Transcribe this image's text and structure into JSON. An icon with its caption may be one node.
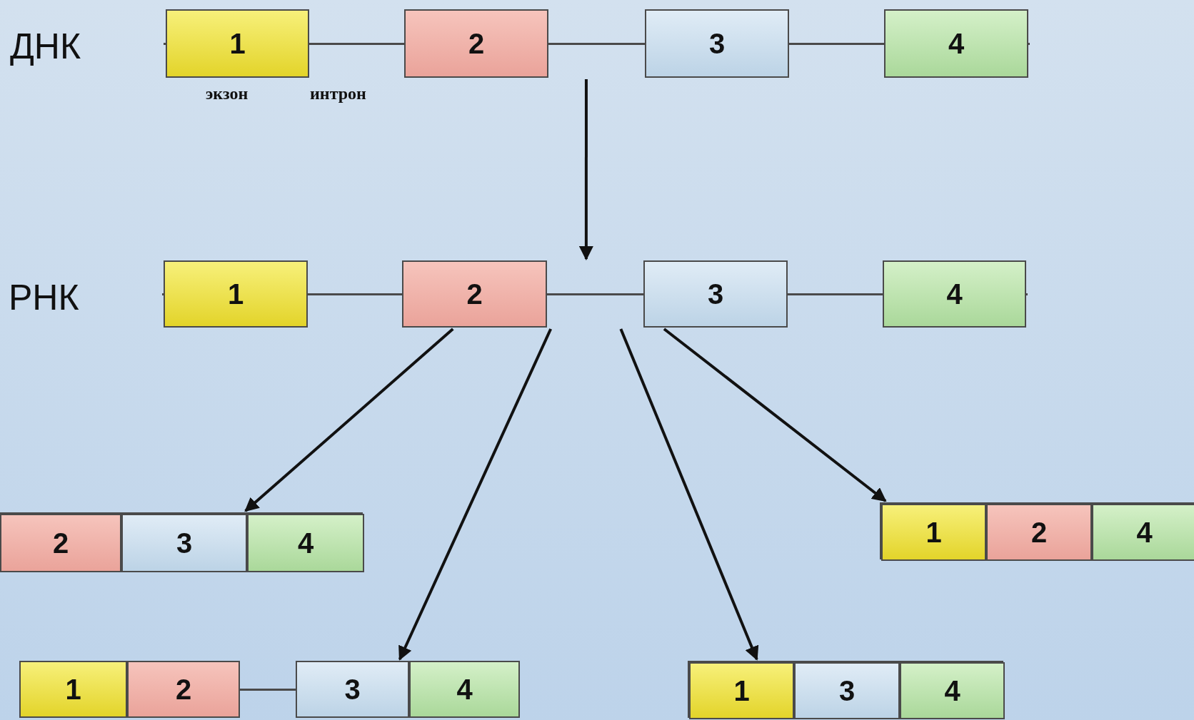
{
  "diagram": {
    "nodes": [
      {
        "text": [],
        "shape": "bar"
      },
      {
        "text": [
          "1"
        ],
        "in": 0
      },
      {
        "text": [
          "2"
        ],
        "in": 0
      },
      {
        "text": [
          "3"
        ],
        "in": 0
      },
      {
        "text": [
          "4"
        ],
        "in": 0
      },
      {
        "text": [],
        "shape": "bar"
      },
      {
        "text": [
          "1"
        ],
        "in": 5
      },
      {
        "text": [
          "2"
        ],
        "in": 5
      },
      {
        "text": [
          "3"
        ],
        "in": 5
      },
      {
        "text": [
          "4"
        ],
        "in": 5
      },
      {
        "text": [],
        "shape": "bar"
      },
      {
        "text": [
          "2"
        ],
        "in": 10
      },
      {
        "text": [
          "3"
        ],
        "in": 10
      },
      {
        "text": [
          "4"
        ],
        "in": 10
      },
      {
        "text": [],
        "shape": "bar"
      },
      {
        "text": [
          "1"
        ],
        "in": 14
      },
      {
        "text": [
          "2"
        ],
        "in": 14
      },
      {
        "text": [
          "4"
        ],
        "in": 14
      },
      {
        "text": [],
        "shape": "bar"
      },
      {
        "text": [
          "1"
        ],
        "in": 18
      },
      {
        "text": [
          "2"
        ],
        "in": 18
      },
      {
        "text": [
          "3"
        ],
        "in": 18
      },
      {
        "text": [
          "4"
        ],
        "in": 18
      },
      {
        "text": [],
        "shape": "bar"
      },
      {
        "text": [
          "1"
        ],
        "in": 23
      },
      {
        "text": [
          "3"
        ],
        "in": 23
      },
      {
        "text": [
          "4"
        ],
        "in": 23
      }
    ],
    "edges": [
      {
        "from": 0,
        "to": 5,
        "arrow": "to"
      },
      {
        "from": 5,
        "to": 10,
        "arrow": "to"
      },
      {
        "from": 5,
        "to": 18,
        "arrow": "to"
      },
      {
        "from": 5,
        "to": 23,
        "arrow": "to"
      },
      {
        "from": 5,
        "to": 14,
        "arrow": "to"
      }
    ],
    "labels": [
      "ДНК",
      "экзон",
      "интрон",
      "РНК"
    ]
  }
}
